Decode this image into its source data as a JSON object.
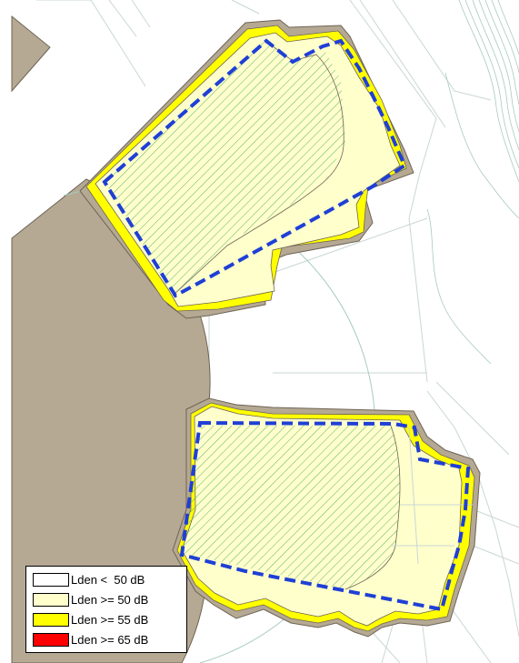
{
  "colors": {
    "background": "#ffffff",
    "building": "#b5a994",
    "building_edge": "#6e6455",
    "lines": "#c9d7d3",
    "contour": "#a6cbbf",
    "hatch": "#5db06b",
    "boundary": "#1f3fd6",
    "outline": "#000000"
  },
  "legend": {
    "items": [
      {
        "label": "Lden <  50 dB",
        "color": "#ffffff"
      },
      {
        "label": "Lden >= 50 dB",
        "color": "#ffffcc"
      },
      {
        "label": "Lden >= 55 dB",
        "color": "#ffff00"
      },
      {
        "label": "Lden >= 65 dB",
        "color": "#ff0000"
      }
    ]
  }
}
